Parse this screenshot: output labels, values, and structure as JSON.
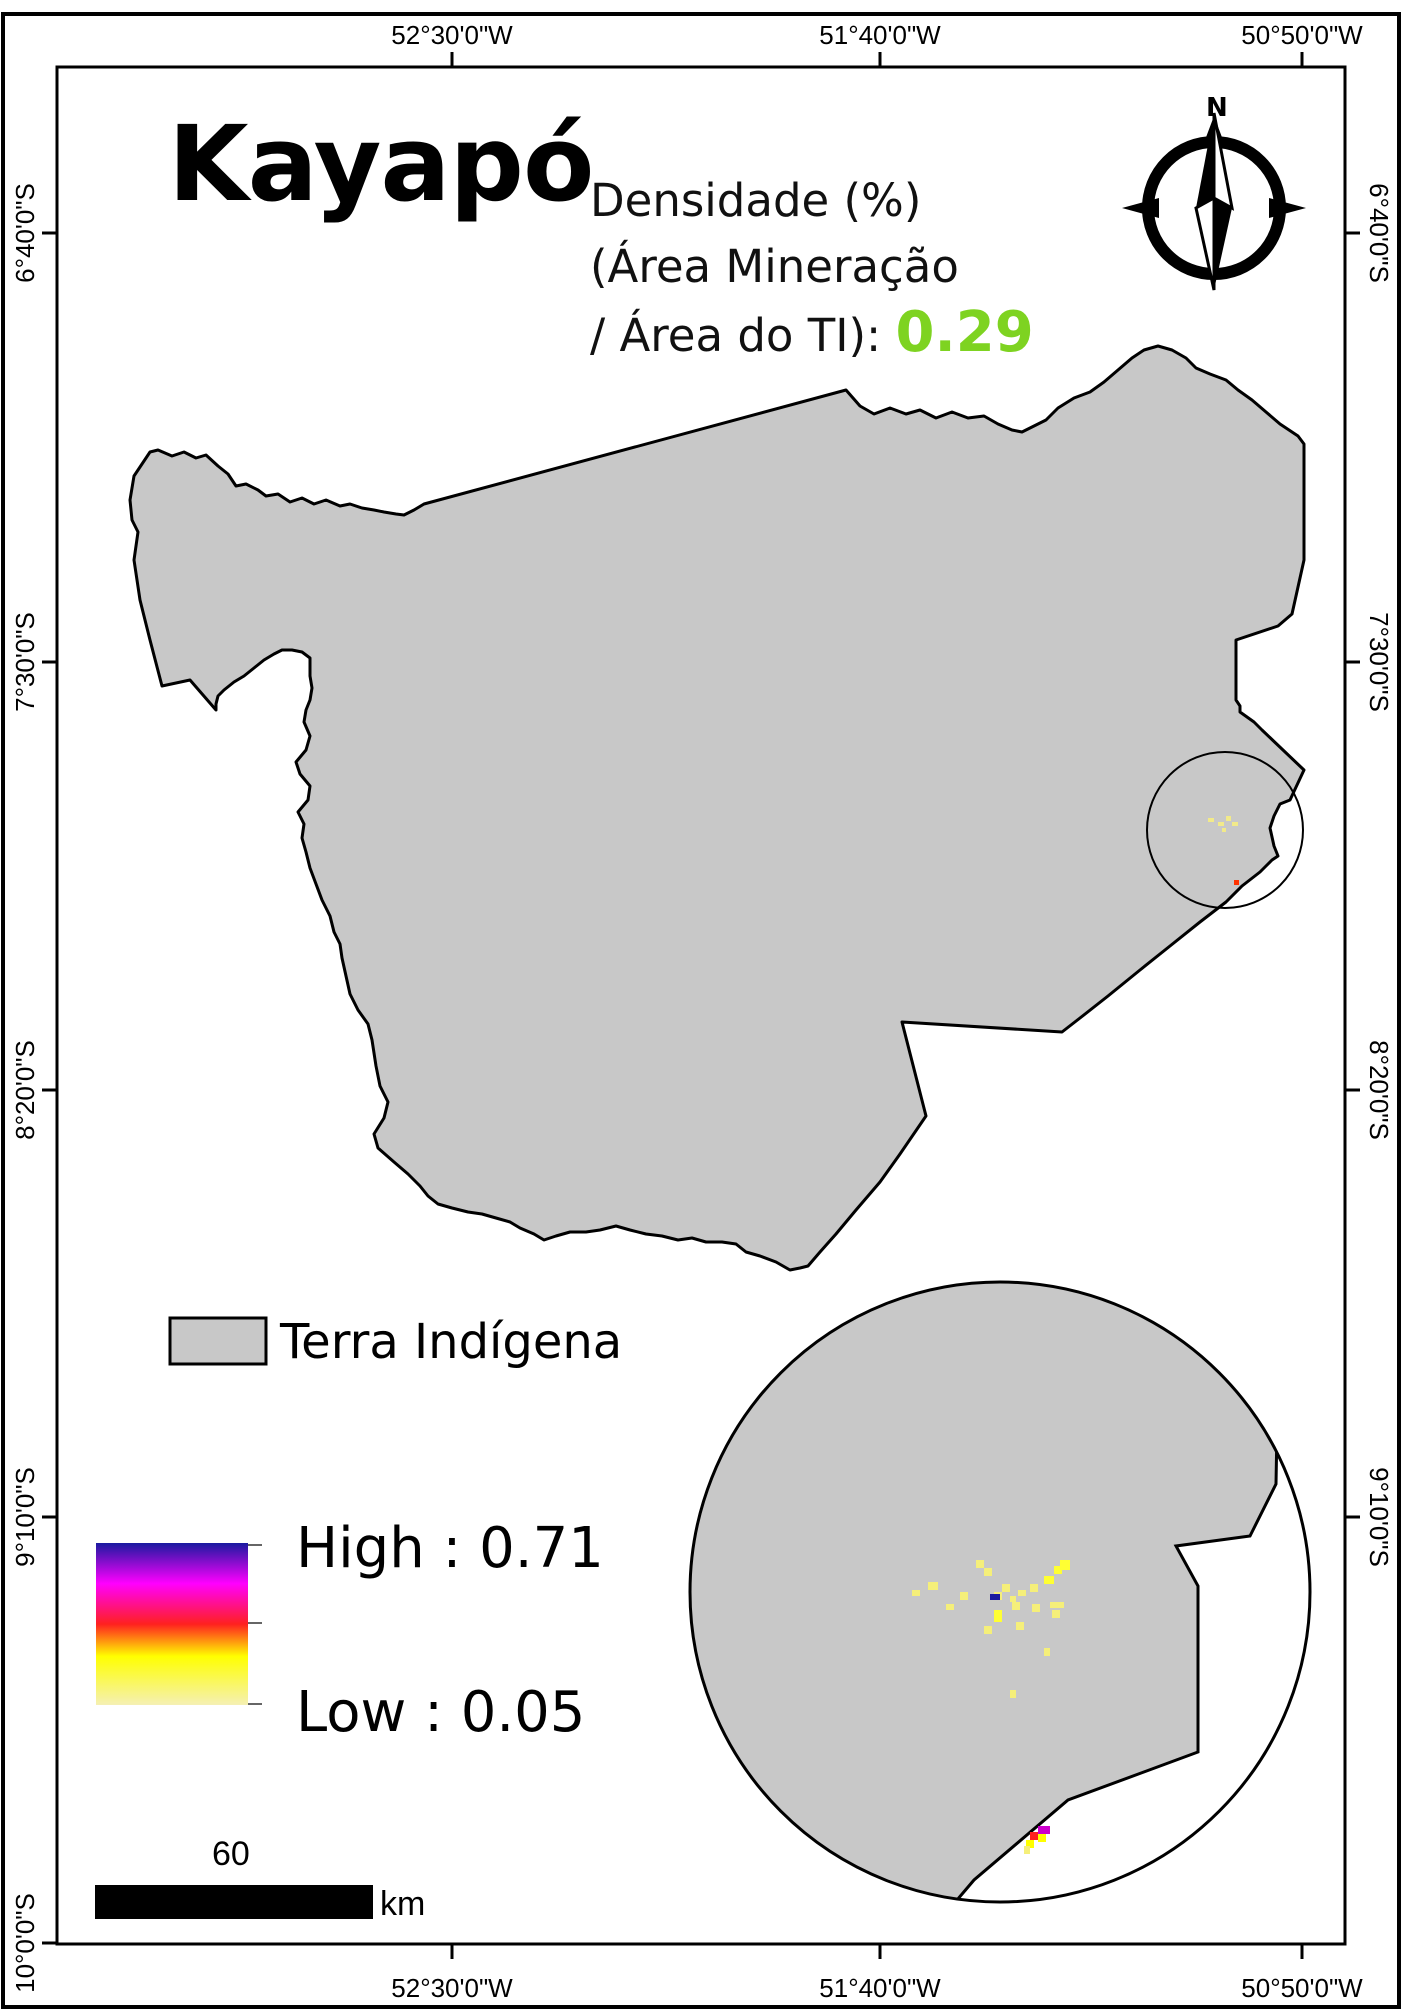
{
  "map": {
    "title": "Kayapó",
    "density": {
      "line1": "Densidade (%)",
      "line2": "(Área Mineração",
      "line3_prefix": "/ Área do TI): ",
      "value": "0.29",
      "value_color": "#7ed321"
    },
    "graticule": {
      "top_labels": [
        "52°30'0\"W",
        "51°40'0\"W",
        "50°50'0\"W"
      ],
      "bottom_labels": [
        "52°30'0\"W",
        "51°40'0\"W",
        "50°50'0\"W"
      ],
      "left_labels": [
        "6°40'0\"S",
        "7°30'0\"S",
        "8°20'0\"S",
        "9°10'0\"S",
        "10°0'0\"S"
      ],
      "right_labels": [
        "6°40'0\"S",
        "7°30'0\"S",
        "8°20'0\"S",
        "9°10'0\"S"
      ]
    },
    "legend": {
      "polygon_label": "Terra Indígena",
      "polygon_fill": "#c8c8c8",
      "ramp_high": "High : 0.71",
      "ramp_low": "Low : 0.05",
      "ramp_colors": [
        "#1a1aa0",
        "#ff00ff",
        "#ff2020",
        "#ffff00",
        "#f5f0b4"
      ]
    },
    "scale_bar": {
      "value": "60",
      "unit": "km"
    },
    "north_arrow": {
      "letter": "N"
    }
  }
}
